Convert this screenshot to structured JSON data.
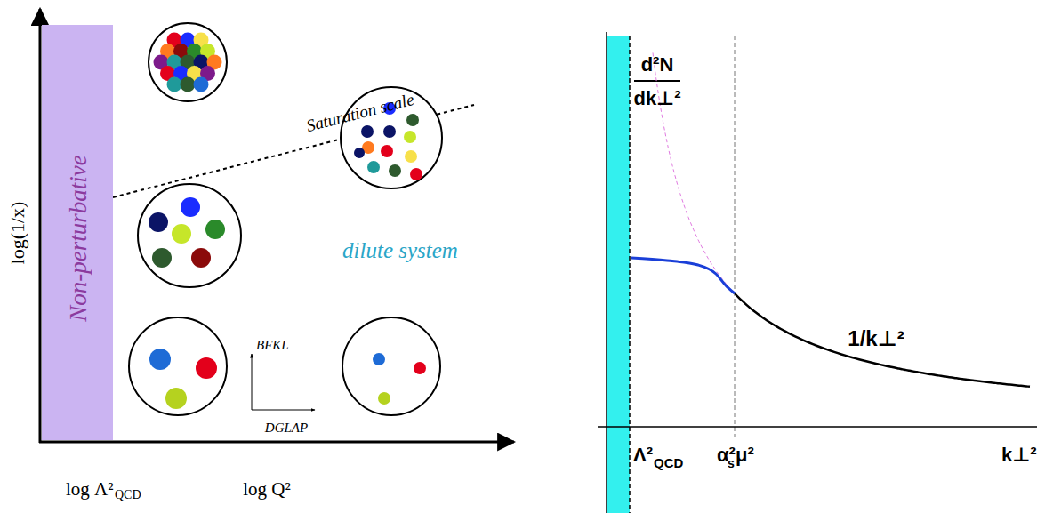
{
  "diagram": {
    "nodes": [
      {
        "text": [
          "Non-perturbative"
        ]
      },
      {
        "text": [
          "dilute system"
        ]
      }
    ],
    "labels": [
      "log(1/x)",
      "log Λ²",
      "QCD",
      "log Q²",
      "Saturation scale",
      "BFKL",
      "DGLAP",
      "d²N",
      "dk⊥²",
      "Λ²",
      "QCD",
      "α²",
      "s",
      "μ²",
      "1/k⊥²",
      "k⊥²"
    ]
  }
}
